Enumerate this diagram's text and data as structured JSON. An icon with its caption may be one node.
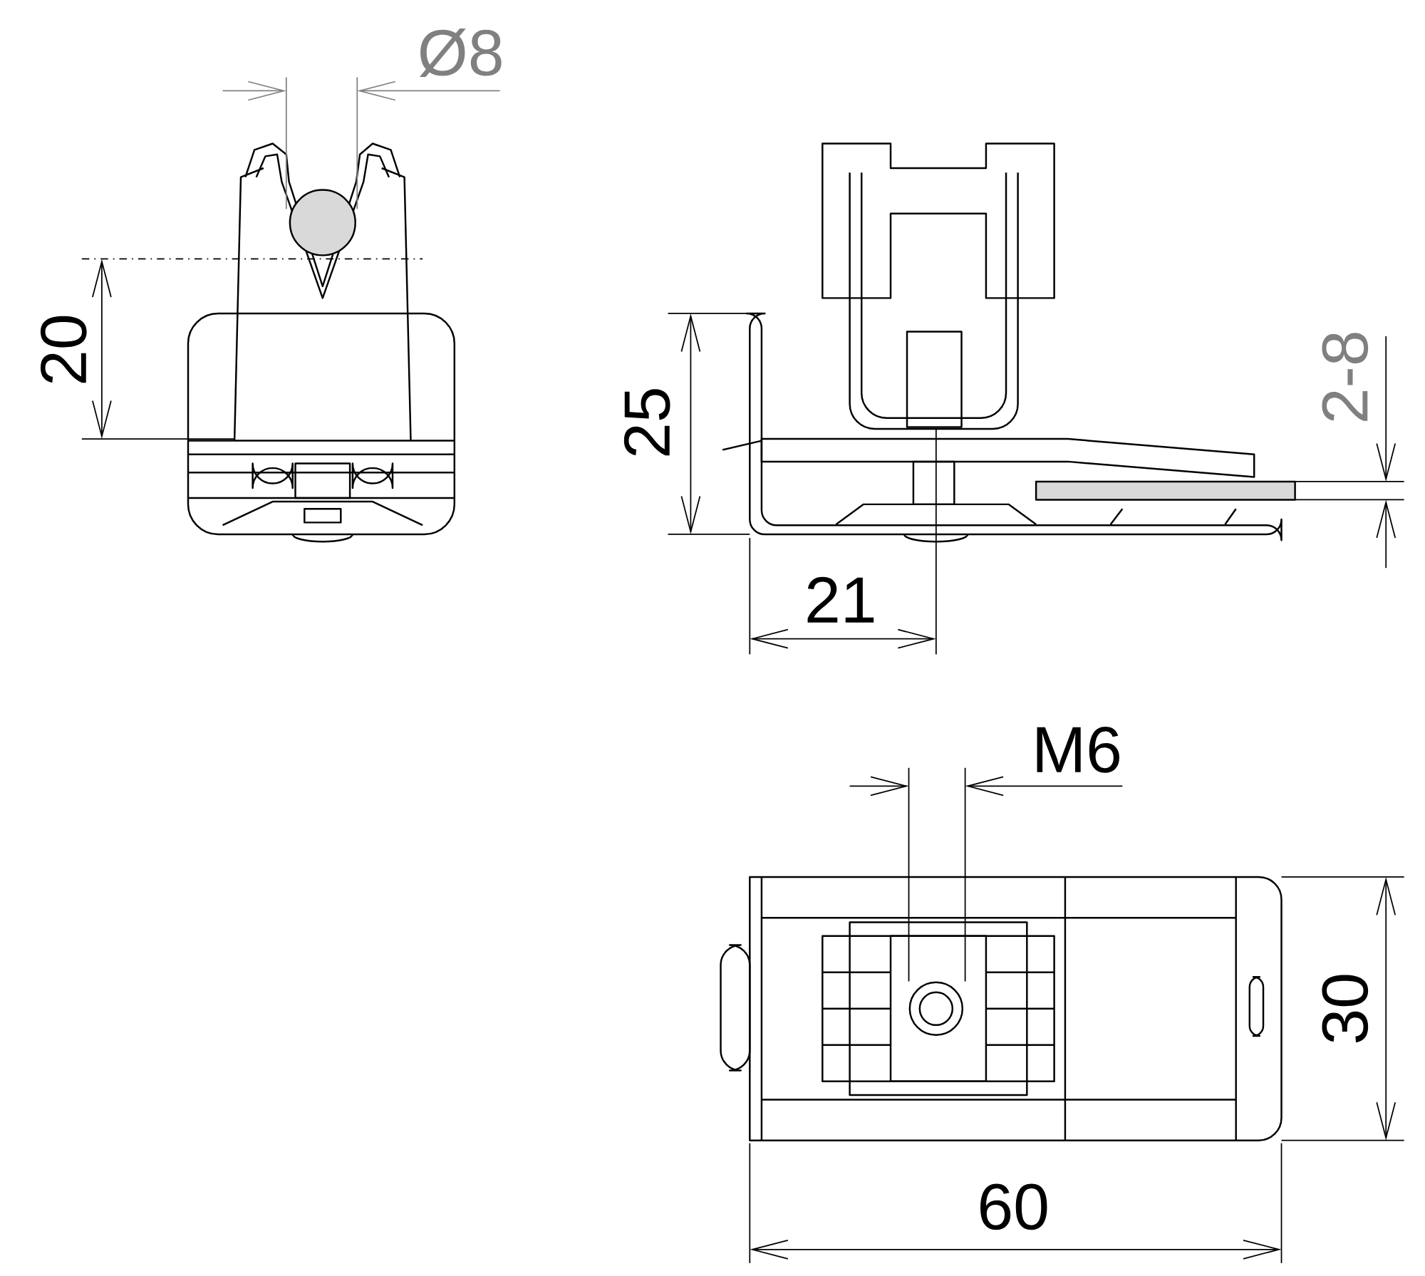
{
  "diagram": {
    "labels": [
      "Ø8",
      "20",
      "25",
      "2-8",
      "21",
      "M6",
      "30",
      "60"
    ]
  }
}
